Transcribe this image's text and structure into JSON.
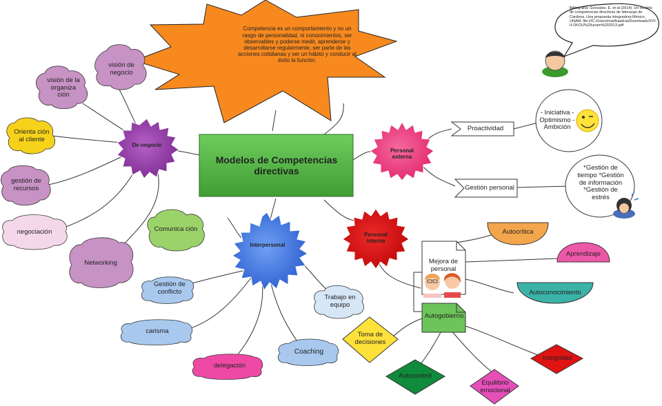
{
  "central": {
    "title": "Modelos de Competencias directivas"
  },
  "definition": {
    "text": "Competencia es un comportamiento y no un rasgo de personalidad, ni conocimientos, ser observables y poderse medir, aprenderse y desarrollarse regularmente, ser parte de las acciones cotidianas y ser un hábito y conducir al éxito la función."
  },
  "bibliography": {
    "text": "Biblografía: Gonzalez, E. et al (2014). Un modelo de competencias directivas de liderazgo de Cardona. Una propuesta integradora.México, UNAM. file:///C:/Users/marthaalicia/Downloads/XVI-II-OKOU%20unam%202013.pdf"
  },
  "negocio": {
    "label": "De negocio",
    "items": [
      "visión de negocio",
      "visión de la organiza ción",
      "Orienta ción al cliente",
      "gestión de recursos",
      "negociación",
      "Networking"
    ]
  },
  "interpersonal": {
    "label": "Interpersonal",
    "items": [
      "Comunica ción",
      "Gestión de conflicto",
      "carisma",
      "delegación",
      "Coaching",
      "Trabajo en equipo"
    ]
  },
  "externa": {
    "label": "Personal externa",
    "proactividad": "Proactividad",
    "proactividad_items": "- Iniciativa -Optimismo -Ambición",
    "gestion": "Gestión personal",
    "gestion_items": "*Gestión de tiempo *Gestión de información *Gestión de estrés"
  },
  "interna": {
    "label": "Personal interna",
    "mejora": "Mejora de personal",
    "mejora_items": [
      "Autocrítica",
      "Aprendizaje",
      "Autoconocimiento"
    ],
    "autogobierno": "Autogobierno",
    "autogobierno_items": [
      "Toma de decisiones",
      "Autocontrol",
      "Equilibrio emocional",
      "Integridad"
    ]
  },
  "colors": {
    "central": "#55b848",
    "definition_star": "#f7891f",
    "negocio_star": "#8f3aa0",
    "interpersonal_star": "#4a7de0",
    "externa_star": "#ee3d7f",
    "interna_star": "#dd1515",
    "cloud_pink": "#c792c4",
    "cloud_yellow": "#f7d21a",
    "cloud_blue": "#a8c8ee",
    "cloud_green": "#9bd36a",
    "cloud_magenta": "#ee4aa5",
    "half_orange": "#f3a64b",
    "half_pink": "#ee58a8",
    "half_teal": "#3cb3a9",
    "diamond_yellow": "#ffe13a",
    "diamond_green": "#108a3b",
    "diamond_pink": "#e54fb8",
    "diamond_red": "#e01313"
  },
  "icons": [
    "smiley-icon",
    "man-icon",
    "thinking-person-icon",
    "people-icon",
    "document-icon",
    "speech-bubble-icon"
  ]
}
